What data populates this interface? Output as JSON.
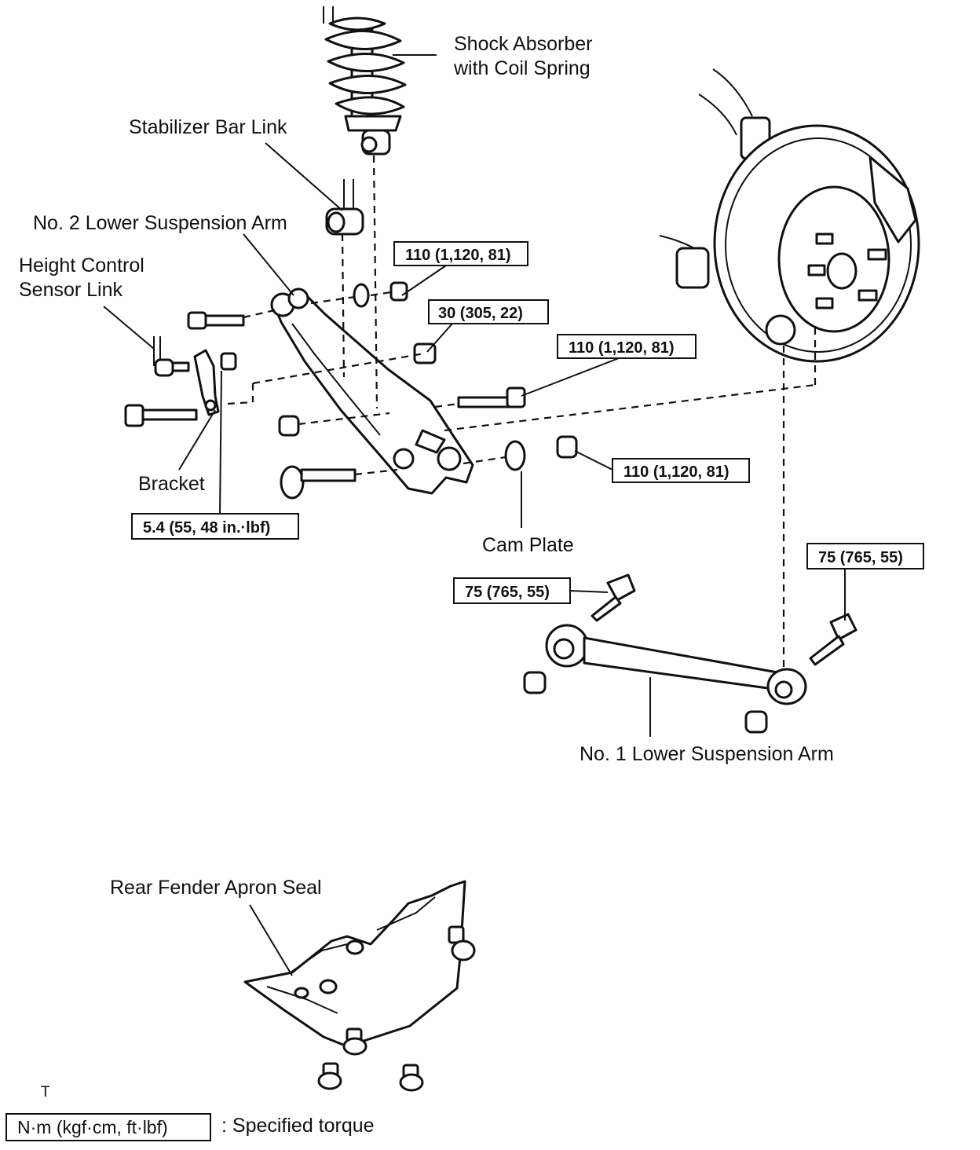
{
  "labels": {
    "shock_line1": "Shock Absorber",
    "shock_line2": "with Coil Spring",
    "stabilizer": "Stabilizer Bar Link",
    "no2_arm": "No. 2 Lower Suspension Arm",
    "height_line1": "Height Control",
    "height_line2": "Sensor Link",
    "bracket": "Bracket",
    "cam_plate": "Cam Plate",
    "no1_arm": "No. 1 Lower Suspension Arm",
    "apron_seal": "Rear Fender Apron Seal",
    "corner_mark": "T"
  },
  "torques": {
    "t1": "110 (1,120, 81)",
    "t2": "30 (305, 22)",
    "t3": "110 (1,120, 81)",
    "t4": "110 (1,120, 81)",
    "t5": "5.4 (55, 48 in.·lbf)",
    "t6": "75 (765, 55)",
    "t7": "75 (765, 55)"
  },
  "legend": {
    "unit_box": "N·m (kgf·cm, ft·lbf)",
    "meaning": ": Specified torque"
  }
}
